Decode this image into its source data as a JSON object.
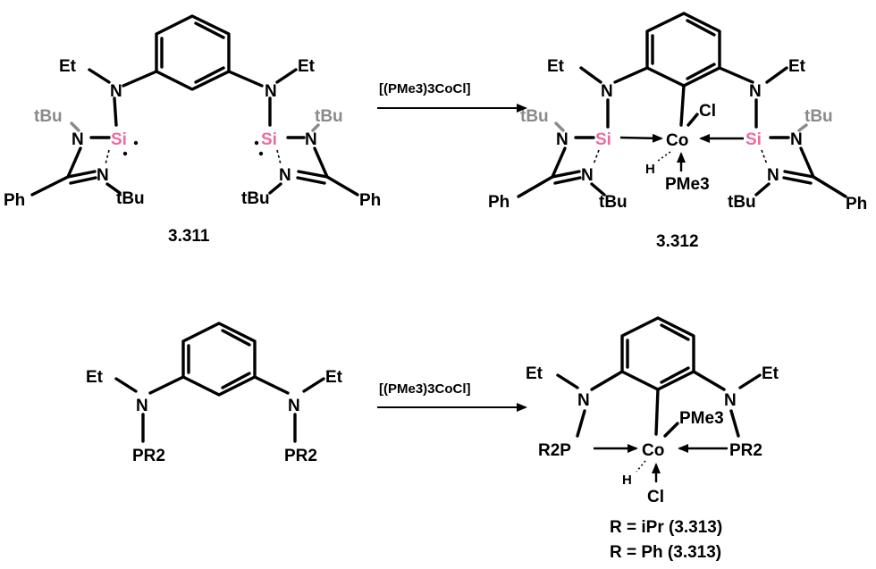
{
  "scheme": {
    "top": {
      "reagent": "[(PMe3)3CoCl]",
      "reactant_label": "3.311",
      "product_label": "3.312",
      "atoms": {
        "et": "Et",
        "n": "N",
        "si": "Si",
        "tbu": "tBu",
        "ph": "Ph",
        "co": "Co",
        "cl": "Cl",
        "h": "H",
        "pme3": "PMe3"
      }
    },
    "bottom": {
      "reagent": "[(PMe3)3CoCl]",
      "atoms": {
        "et": "Et",
        "n": "N",
        "pr2": "PR2",
        "r2p": "R2P",
        "co": "Co",
        "cl": "Cl",
        "h": "H",
        "pme3": "PMe3"
      },
      "product_labels": [
        "R = iPr (3.313)",
        "R = Ph (3.313)"
      ]
    }
  }
}
